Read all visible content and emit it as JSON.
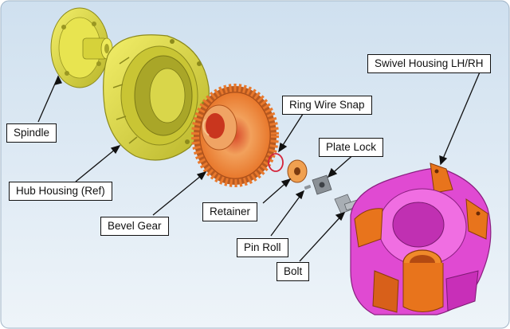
{
  "diagram": {
    "background_top": "#cfe0ef",
    "background_bottom": "#eef4f9",
    "colors": {
      "spindle": "#e6e046",
      "hub_housing": "#dcd93c",
      "bevel_gear": "#f08a3a",
      "bevel_gear_center": "#c9361e",
      "swivel_housing_magenta": "#e33ad8",
      "swivel_housing_orange": "#f07a1e",
      "bolt": "#9aa0a6"
    },
    "labels": {
      "spindle": "Spindle",
      "hub_housing": "Hub Housing (Ref)",
      "bevel_gear": "Bevel Gear",
      "retainer": "Retainer",
      "ring_wire_snap": "Ring Wire Snap",
      "plate_lock": "Plate Lock",
      "pin_roll": "Pin Roll",
      "bolt": "Bolt",
      "swivel_housing": "Swivel Housing LH/RH"
    }
  }
}
